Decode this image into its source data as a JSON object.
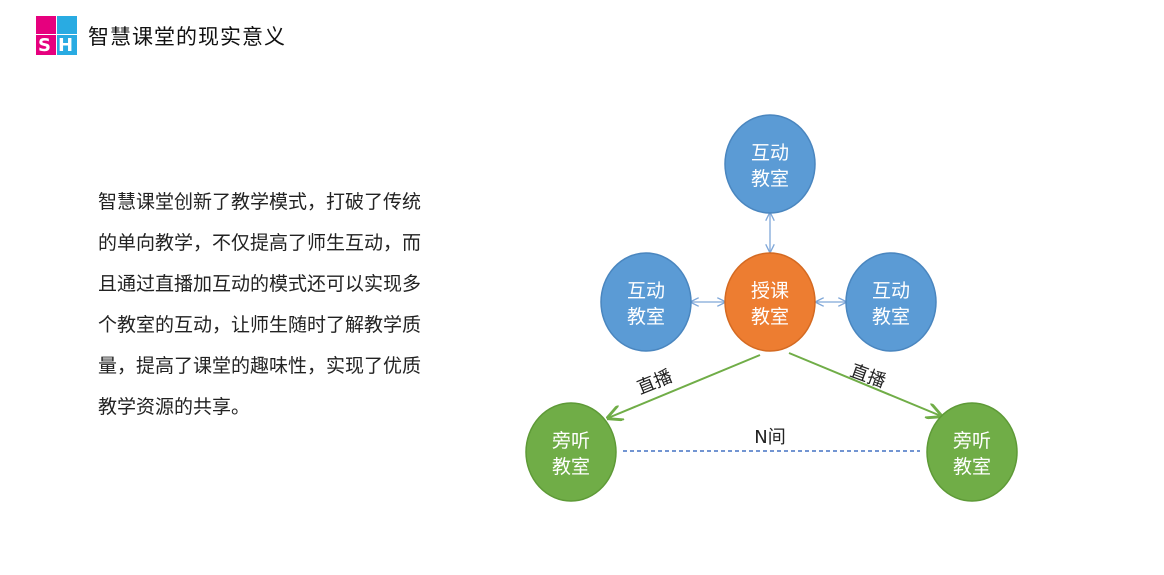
{
  "header": {
    "title": "智慧课堂的现实意义",
    "logo_text": "SH"
  },
  "body_text": "智慧课堂创新了教学模式，打破了传统的单向教学，不仅提高了师生互动，而且通过直播加互动的模式还可以实现多个教室的互动，让师生随时了解教学质量，提高了课堂的趣味性，实现了优质教学资源的共享。",
  "colors": {
    "interactive": "#5B9BD5",
    "center": "#ED7D31",
    "observe": "#70AD47",
    "dashed": "#4472C4"
  },
  "diagram": {
    "top": {
      "line1": "互动",
      "line2": "教室"
    },
    "left": {
      "line1": "互动",
      "line2": "教室"
    },
    "right": {
      "line1": "互动",
      "line2": "教室"
    },
    "center": {
      "line1": "授课",
      "line2": "教室"
    },
    "bottom_left": {
      "line1": "旁听",
      "line2": "教室"
    },
    "bottom_right": {
      "line1": "旁听",
      "line2": "教室"
    },
    "label_left": "直播",
    "label_right": "直播",
    "label_middle": "N间"
  }
}
